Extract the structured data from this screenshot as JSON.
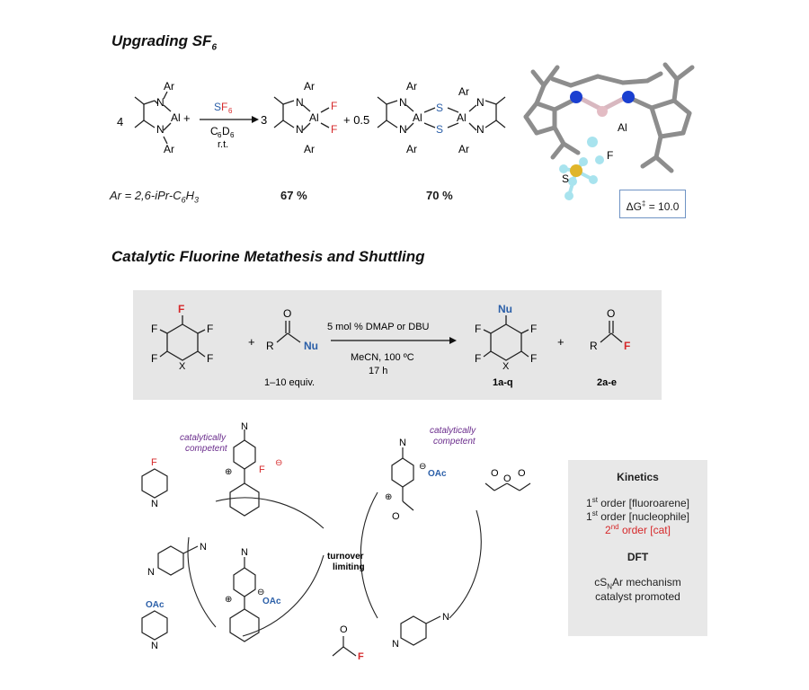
{
  "section1": {
    "title": "Upgrading SF",
    "title_sub": "6",
    "reaction": {
      "reactant_coeff": "4",
      "plus1": "+",
      "reagent_S": "S",
      "reagent_F6": "F",
      "reagent_F6_sub": "6",
      "solvent_C": "C",
      "solvent_C_sub": "6",
      "solvent_D": "D",
      "solvent_D_sub": "6",
      "temp": "r.t.",
      "product1_coeff": "3",
      "plus2": "+ 0.5",
      "atoms": {
        "Ar": "Ar",
        "N": "N",
        "Al": "Al",
        "F": "F",
        "S": "S"
      }
    },
    "ar_def": "Ar = 2,6-iPr-C",
    "ar_def_sub1": "6",
    "ar_def_mid": "H",
    "ar_def_sub2": "3",
    "yield1": "67 %",
    "yield2": "70 %",
    "ts_labels": {
      "Al": "Al",
      "S": "S",
      "F": "F"
    },
    "dg_label": "ΔG",
    "dg_sup": "‡",
    "dg_value": "= 10.0"
  },
  "section2": {
    "title": "Catalytic Fluorine Metathesis and Shuttling",
    "scheme": {
      "F": "F",
      "X": "X",
      "R": "R",
      "O": "O",
      "Nu": "Nu",
      "plus": "+",
      "equiv": "1–10 equiv.",
      "cond1": "5 mol % DMAP or DBU",
      "cond2": "MeCN, 100 ºC",
      "cond3": "17 h",
      "product1": "1a-q",
      "product2": "2a-e"
    },
    "cycle": {
      "catalytically": "catalytically",
      "competent": "competent",
      "turnover": "turnover",
      "limiting": "limiting",
      "OAc": "OAc",
      "plus_charge": "⊕",
      "minus_charge": "⊖",
      "N": "N",
      "F": "F",
      "O": "O"
    },
    "kinetics": {
      "title": "Kinetics",
      "line1_pre": "1",
      "line1_sup": "st",
      "line1_post": " order [fluoroarene]",
      "line2_pre": "1",
      "line2_sup": "st",
      "line2_post": " order [nucleophile]",
      "line3_pre": "2",
      "line3_sup": "nd",
      "line3_post": " order [cat]",
      "dft_title": "DFT",
      "dft_line1_pre": "cS",
      "dft_line1_sub": "N",
      "dft_line1_post": "Ar mechanism",
      "dft_line2": "catalyst promoted"
    }
  },
  "colors": {
    "red": "#d6282a",
    "blue": "#2b5fa8",
    "purple": "#6a2c8c",
    "panel": "#e6e6e6",
    "kinetics_panel": "#e8e8e8",
    "dg_border": "#6f93c4"
  }
}
